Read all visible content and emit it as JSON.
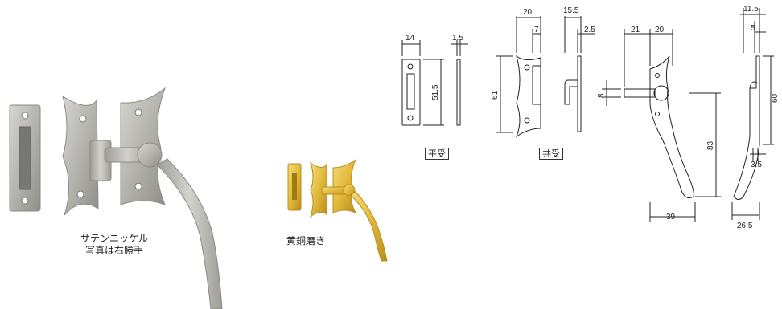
{
  "photos": {
    "satin_caption_line1": "サテンニッケル",
    "satin_caption_line2": "写真は右勝手",
    "brass_caption": "黄銅磨き"
  },
  "drawings": {
    "flat_strike_label": "平受",
    "common_strike_label": "共受",
    "dimensions": {
      "flat_width": "14",
      "flat_thickness": "1.5",
      "flat_height": "51.5",
      "common_width": "20",
      "common_inner": "7",
      "common_depth": "15.5",
      "common_plate": "2.5",
      "common_height": "61",
      "handle_offset": "21",
      "handle_width": "20",
      "handle_bar": "8",
      "handle_height": "83",
      "handle_reach": "39",
      "side_width": "11.5",
      "side_inner": "5",
      "side_height": "60",
      "side_thickness": "3.5",
      "side_depth": "26.5"
    }
  },
  "colors": {
    "satin_nickel": "#b9b8b2",
    "brass": "#e2b93b",
    "line": "#222222"
  }
}
